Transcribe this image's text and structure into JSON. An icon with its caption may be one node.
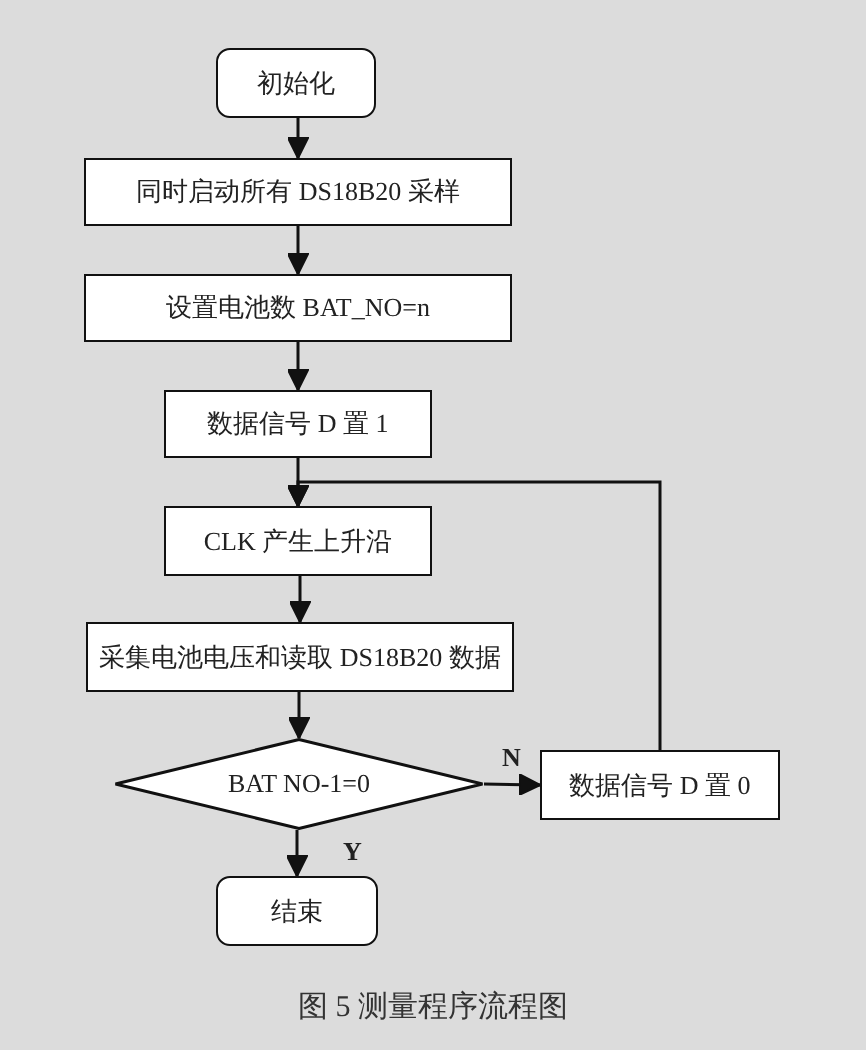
{
  "diagram": {
    "caption": "图 5 测量程序流程图",
    "nodes": [
      {
        "text": [
          "初始化"
        ]
      },
      {
        "text": [
          "同时启动所有 DS18B20 采样"
        ]
      },
      {
        "text": [
          "设置电池数 BAT_NO=n"
        ]
      },
      {
        "text": [
          "数据信号 D 置 1"
        ]
      },
      {
        "text": [
          "CLK 产生上升沿"
        ]
      },
      {
        "text": [
          "采集电池电压和读取 DS18B20 数据"
        ]
      },
      {
        "text": [
          "BAT NO-1=0"
        ]
      },
      {
        "text": [
          "数据信号 D 置 0"
        ]
      },
      {
        "text": [
          "结束"
        ]
      }
    ],
    "edges": [
      {
        "from": 0,
        "to": 1,
        "arrow": "to"
      },
      {
        "from": 1,
        "to": 2,
        "arrow": "to"
      },
      {
        "from": 2,
        "to": 3,
        "arrow": "to"
      },
      {
        "from": 3,
        "to": 4,
        "arrow": "to"
      },
      {
        "from": 4,
        "to": 5,
        "arrow": "to"
      },
      {
        "from": 5,
        "to": 6,
        "arrow": "to"
      },
      {
        "from": 6,
        "to": 7,
        "arrow": "to",
        "label": "N"
      },
      {
        "from": 7,
        "to": 4,
        "arrow": "to"
      },
      {
        "from": 6,
        "to": 8,
        "arrow": "to",
        "label": "Y"
      }
    ]
  }
}
